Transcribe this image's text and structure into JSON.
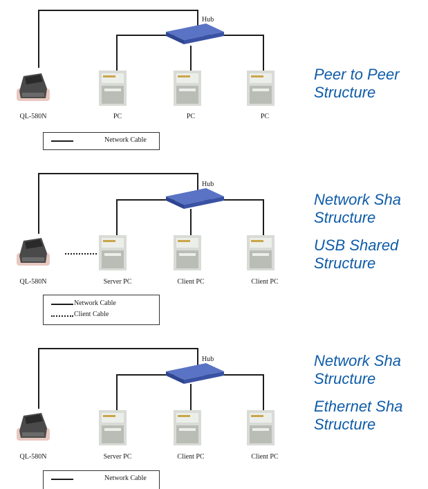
{
  "sections": [
    {
      "hub_label": "Hub",
      "printer_label": "QL-580N",
      "pc_labels": [
        "PC",
        "PC",
        "PC"
      ],
      "legend": [
        "Network Cable"
      ],
      "titles": [
        [
          "Peer to Peer",
          "Structure"
        ]
      ]
    },
    {
      "hub_label": "Hub",
      "printer_label": "QL-580N",
      "pc_labels": [
        "Server PC",
        "Client PC",
        "Client PC"
      ],
      "legend": [
        "Network Cable",
        "Client Cable"
      ],
      "titles": [
        [
          "Network Sha",
          "Structure"
        ],
        [
          "USB Shared",
          "Structure"
        ]
      ]
    },
    {
      "hub_label": "Hub",
      "printer_label": "QL-580N",
      "pc_labels": [
        "Server PC",
        "Client PC",
        "Client PC"
      ],
      "legend": [
        "Network Cable"
      ],
      "titles": [
        [
          "Network Sha",
          "Structure"
        ],
        [
          "Ethernet Sha",
          "Structure"
        ]
      ]
    }
  ],
  "colors": {
    "title": "#0f5ca8",
    "hub": "#3d55a8",
    "cable": "#1c1c1c"
  }
}
